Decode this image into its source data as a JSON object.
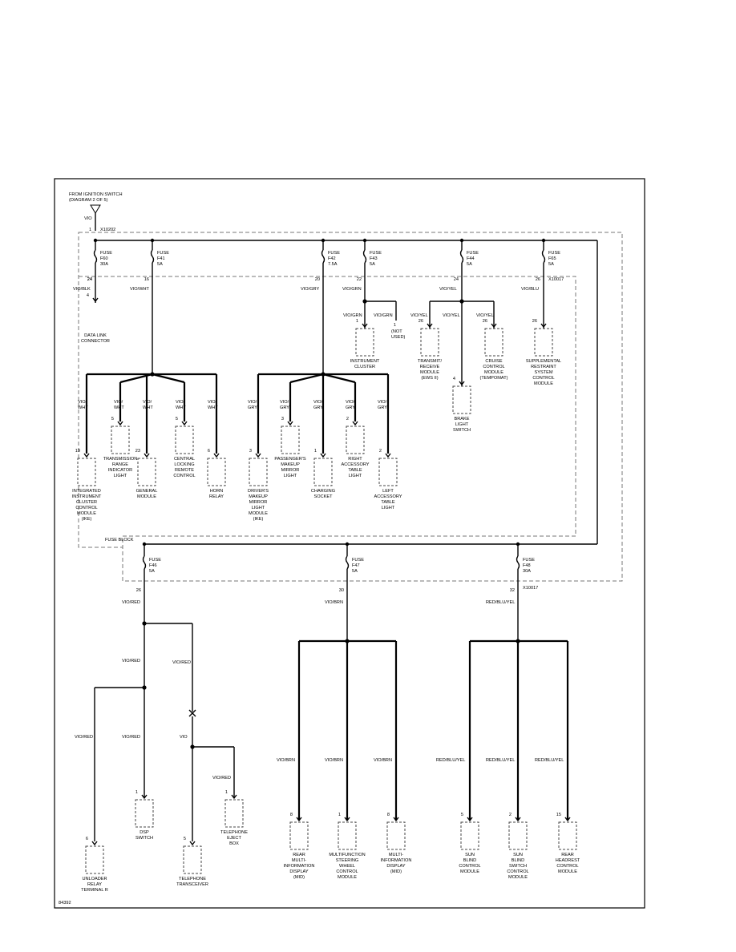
{
  "header": {
    "source": "FROM IGNITION SWITCH",
    "source_ref": "(DIAGRAM 2 OF 5)",
    "source_wire": "VIO",
    "source_pin": "1",
    "source_connector": "X10202",
    "fuse_block": "FUSE\nBLOCK",
    "fig_id": "84392"
  },
  "fuses": [
    {
      "name": "FUSE",
      "num": "F60",
      "amp": "30A",
      "pin": "24",
      "wire": "VIO/BLK"
    },
    {
      "name": "FUSE",
      "num": "F41",
      "amp": "5A",
      "pin": "16",
      "wire": "VIO/WHT"
    },
    {
      "name": "FUSE",
      "num": "F42",
      "amp": "7.5A",
      "pin": "20",
      "wire": "VIO/GRY"
    },
    {
      "name": "FUSE",
      "num": "F43",
      "amp": "5A",
      "pin": "22",
      "wire": "VIO/GRN"
    },
    {
      "name": "FUSE",
      "num": "F44",
      "amp": "5A",
      "pin": "24",
      "wire": "VIO/YEL"
    },
    {
      "name": "FUSE",
      "num": "F65",
      "amp": "5A",
      "pin": "26",
      "wire": "VIO/BLU",
      "connector": "X10017"
    },
    {
      "name": "FUSE",
      "num": "F46",
      "amp": "5A",
      "pin": "26",
      "wire": "VIO/RED"
    },
    {
      "name": "FUSE",
      "num": "F47",
      "amp": "5A",
      "pin": "30",
      "wire": "VIO/BRN"
    },
    {
      "name": "FUSE",
      "num": "F48",
      "amp": "30A",
      "pin": "32",
      "wire": "RED/BLU/YEL",
      "connector": "X10017"
    }
  ],
  "components": {
    "data_link": {
      "pin": "4",
      "label": "DATA LINK\nCONNECTOR"
    },
    "instrument_cluster": {
      "pin": "1",
      "label": "INSTRUMENT\nCLUSTER",
      "wire": "VIO/GRN"
    },
    "not_used": {
      "pin": "1",
      "label": "(NOT\nUSED)",
      "wire": "VIO/GRN"
    },
    "transmit": {
      "pin": "26",
      "label": "TRANSMIT/\nRECEIVE\nMODULE\n(EWS II)",
      "wire": "VIO/YEL"
    },
    "brake": {
      "pin": "4",
      "label": "BRAKE\nLIGHT\nSWITCH",
      "wire": "VIO/YEL"
    },
    "cruise": {
      "pin": "26",
      "label": "CRUISE\nCONTROL\nMODULE\n(TEMPOMAT)",
      "wire": "VIO/YEL"
    },
    "srs": {
      "pin": "26",
      "label": "SUPPLEMENTAL\nRESTRAINT\nSYSTEM\nCONTROL\nMODULE"
    },
    "ike": {
      "pin": "19",
      "label": "INTEGRATED\nINSTRUMENT\nCLUSTER\nCONTROL\nMODULE\n(IKE)",
      "wire": "VIO/\nWHT"
    },
    "trans_range": {
      "pin": "5",
      "label": "TRANSMISSION\nRANGE\nINDICATOR\nLIGHT",
      "wire": "VIO/\nWHT"
    },
    "general": {
      "pin": "23",
      "label": "GENERAL\nMODULE",
      "wire": "VIO/\nWHT"
    },
    "central_locking": {
      "pin": "5",
      "label": "CENTRAL\nLOCKING\nREMOTE\nCONTROL",
      "wire": "VIO/\nWHT"
    },
    "horn": {
      "pin": "6",
      "label": "HORN\nRELAY",
      "wire": "VIO/\nWHT"
    },
    "drivers_mirror": {
      "pin": "3",
      "label": "DRIVER'S\nMAKEUP\nMIRROR\nLIGHT\nMODULE\n(IKE)",
      "wire": "VIO/\nGRY"
    },
    "pass_mirror": {
      "pin": "3",
      "label": "PASSENGER'S\nMAKEUP\nMIRROR\nLIGHT",
      "wire": "VIO/\nGRY"
    },
    "charging": {
      "pin": "1",
      "label": "CHARGING\nSOCKET",
      "wire": "VIO/\nGRY"
    },
    "right_table": {
      "pin": "2",
      "label": "RIGHT\nACCESSORY\nTABLE\nLIGHT",
      "wire": "VIO/\nGRY"
    },
    "left_table": {
      "pin": "2",
      "label": "LEFT\nACCESSORY\nTABLE\nLIGHT",
      "wire": "VIO/\nGRY"
    },
    "unloader": {
      "pin": "6",
      "label": "UNLOADER\nRELAY\nTERMINAL R",
      "wire": "VIO/RED"
    },
    "dsp": {
      "pin": "1",
      "label": "DSP\nSWITCH",
      "wire": "VIO/RED"
    },
    "tel_transceiver": {
      "pin": "5",
      "label": "TELEPHONE\nTRANSCEIVER",
      "wire": "VIO"
    },
    "tel_eject": {
      "pin": "1",
      "label": "TELEPHONE\nEJECT\nBOX",
      "wire": "VIO/RED"
    },
    "rear_mid": {
      "pin": "8",
      "label": "REAR\nMULTI-\nINFORMATION\nDISPLAY\n(MID)",
      "wire": "VIO/BRN"
    },
    "mf_steering": {
      "pin": "1",
      "label": "MULTIFUNCTION\nSTEERING\nWHEEL\nCONTROL\nMODULE",
      "wire": "VIO/BRN"
    },
    "mid": {
      "pin": "8",
      "label": "MULTI-\nINFORMATION\nDISPLAY\n(MID)",
      "wire": "VIO/BRN"
    },
    "sun_blind": {
      "pin": "5",
      "label": "SUN\nBLIND\nCONTROL\nMODULE",
      "wire": "RED/BLU/YEL"
    },
    "sun_blind_switch": {
      "pin": "2",
      "label": "SUN\nBLIND\nSWITCH\nCONTROL\nMODULE",
      "wire": "RED/BLU/YEL"
    },
    "rear_headrest": {
      "pin": "15",
      "label": "REAR\nHEADREST\nCONTROL\nMODULE",
      "wire": "RED/BLU/YEL"
    }
  },
  "wires": {
    "vio_red_1": "VIO/RED",
    "vio_red_2": "VIO/RED",
    "vio_red_3": "VIO/RED",
    "vio_red_4": "VIO/RED",
    "vio_red_5": "VIO/RED"
  }
}
